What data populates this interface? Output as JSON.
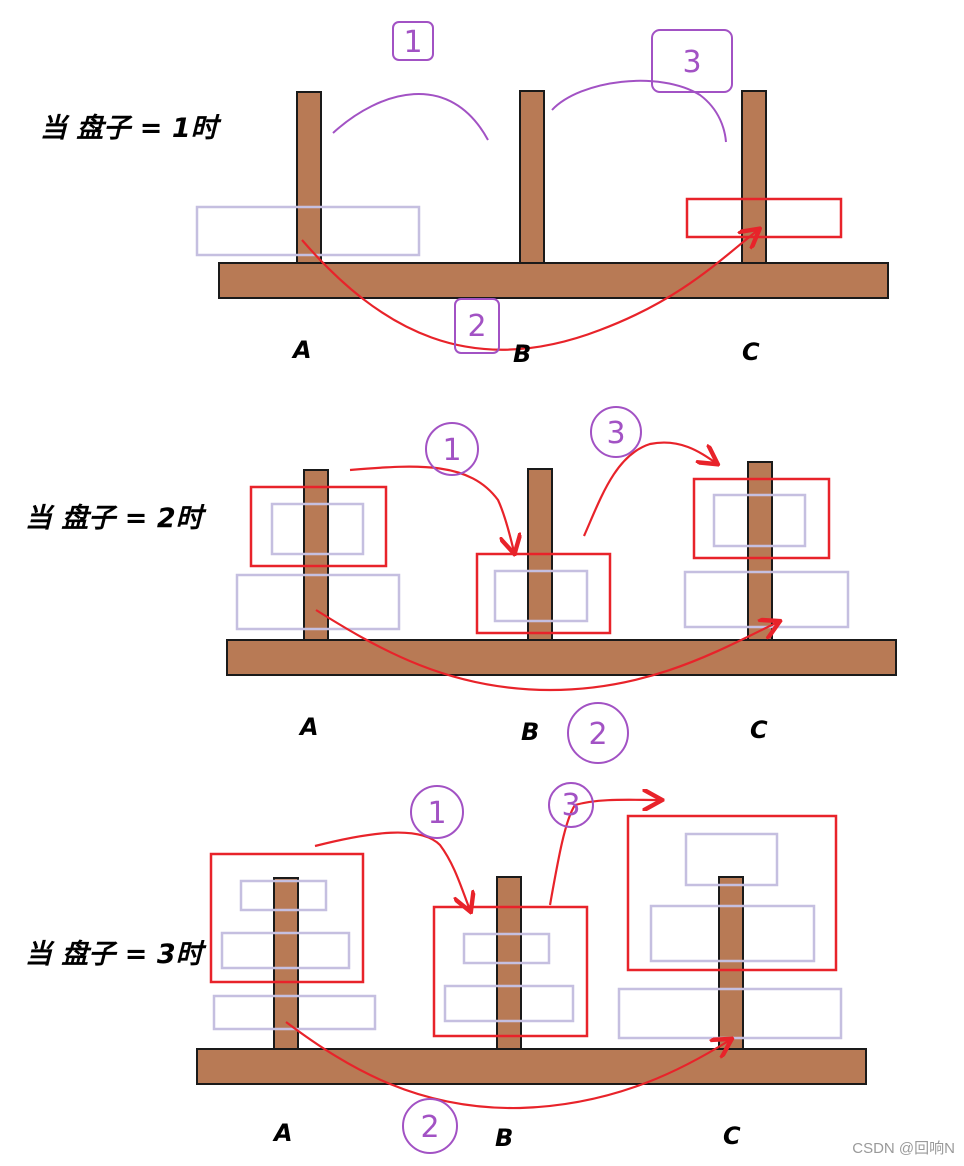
{
  "colors": {
    "wood": "#b87a55",
    "wood_edge": "#1a1a1a",
    "disk_outline": "#c5bfe0",
    "group_outline": "#e8232a",
    "arrow": "#e8232a",
    "step_badge": "#a252c4"
  },
  "peg_labels": [
    "A",
    "B",
    "C"
  ],
  "cases": [
    {
      "label": "当 盘子 = 1时",
      "disks": 1,
      "steps": [
        "1",
        "2",
        "3"
      ]
    },
    {
      "label": "当 盘子 = 2时",
      "disks": 2,
      "steps": [
        "1",
        "2",
        "3"
      ]
    },
    {
      "label": "当 盘子 = 3时",
      "disks": 3,
      "steps": [
        "1",
        "2",
        "3"
      ]
    }
  ],
  "watermark": "CSDN @回响N"
}
